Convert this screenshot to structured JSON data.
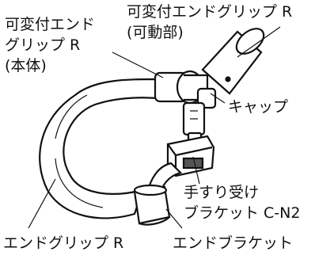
{
  "labels": {
    "adjustable_grip_body": [
      "可変付エンド",
      "グリップ R",
      "(本体)"
    ],
    "adjustable_grip_movable": [
      "可変付エンドグリップ R",
      "(可動部)"
    ],
    "cap": "キャップ",
    "handrail_bracket": [
      "手すり受け",
      "ブラケット C-N2"
    ],
    "end_grip": "エンドグリップ R",
    "end_bracket": "エンドブラケット"
  },
  "colors": {
    "line": "#111111",
    "tube_fill": "#ffffff",
    "shadow": "#555555"
  }
}
